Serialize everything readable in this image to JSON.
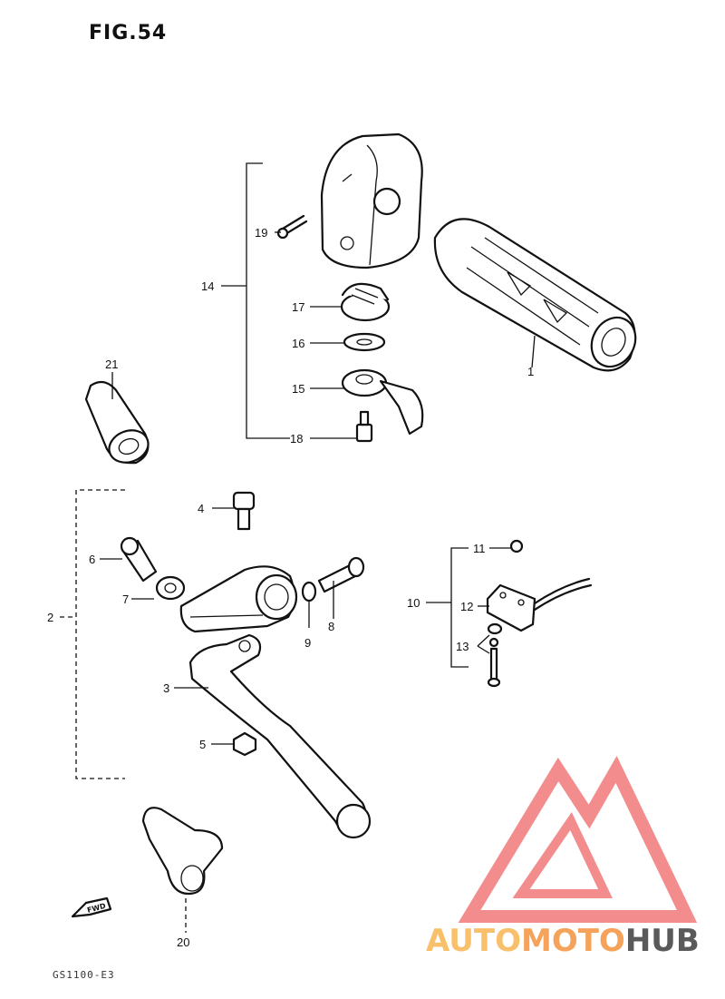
{
  "figure": {
    "title": "FIG.54",
    "code": "GS1100-E3"
  },
  "labels": {
    "p1": "1",
    "p2": "2",
    "p3": "3",
    "p4": "4",
    "p5": "5",
    "p6": "6",
    "p7": "7",
    "p8": "8",
    "p9": "9",
    "p10": "10",
    "p11": "11",
    "p12": "12",
    "p13": "13",
    "p14": "14",
    "p15": "15",
    "p16": "16",
    "p17": "17",
    "p18": "18",
    "p19": "19",
    "p20": "20",
    "p21": "21"
  },
  "direction_marker": "FWD",
  "watermark": {
    "part1": "AUTO",
    "part2": "MOTO",
    "part3": "HUB",
    "color_light": "#f9c06b",
    "color_mid": "#f5a35a",
    "color_dark": "#5a5a5a",
    "triangle_color": "#f27a7a"
  }
}
